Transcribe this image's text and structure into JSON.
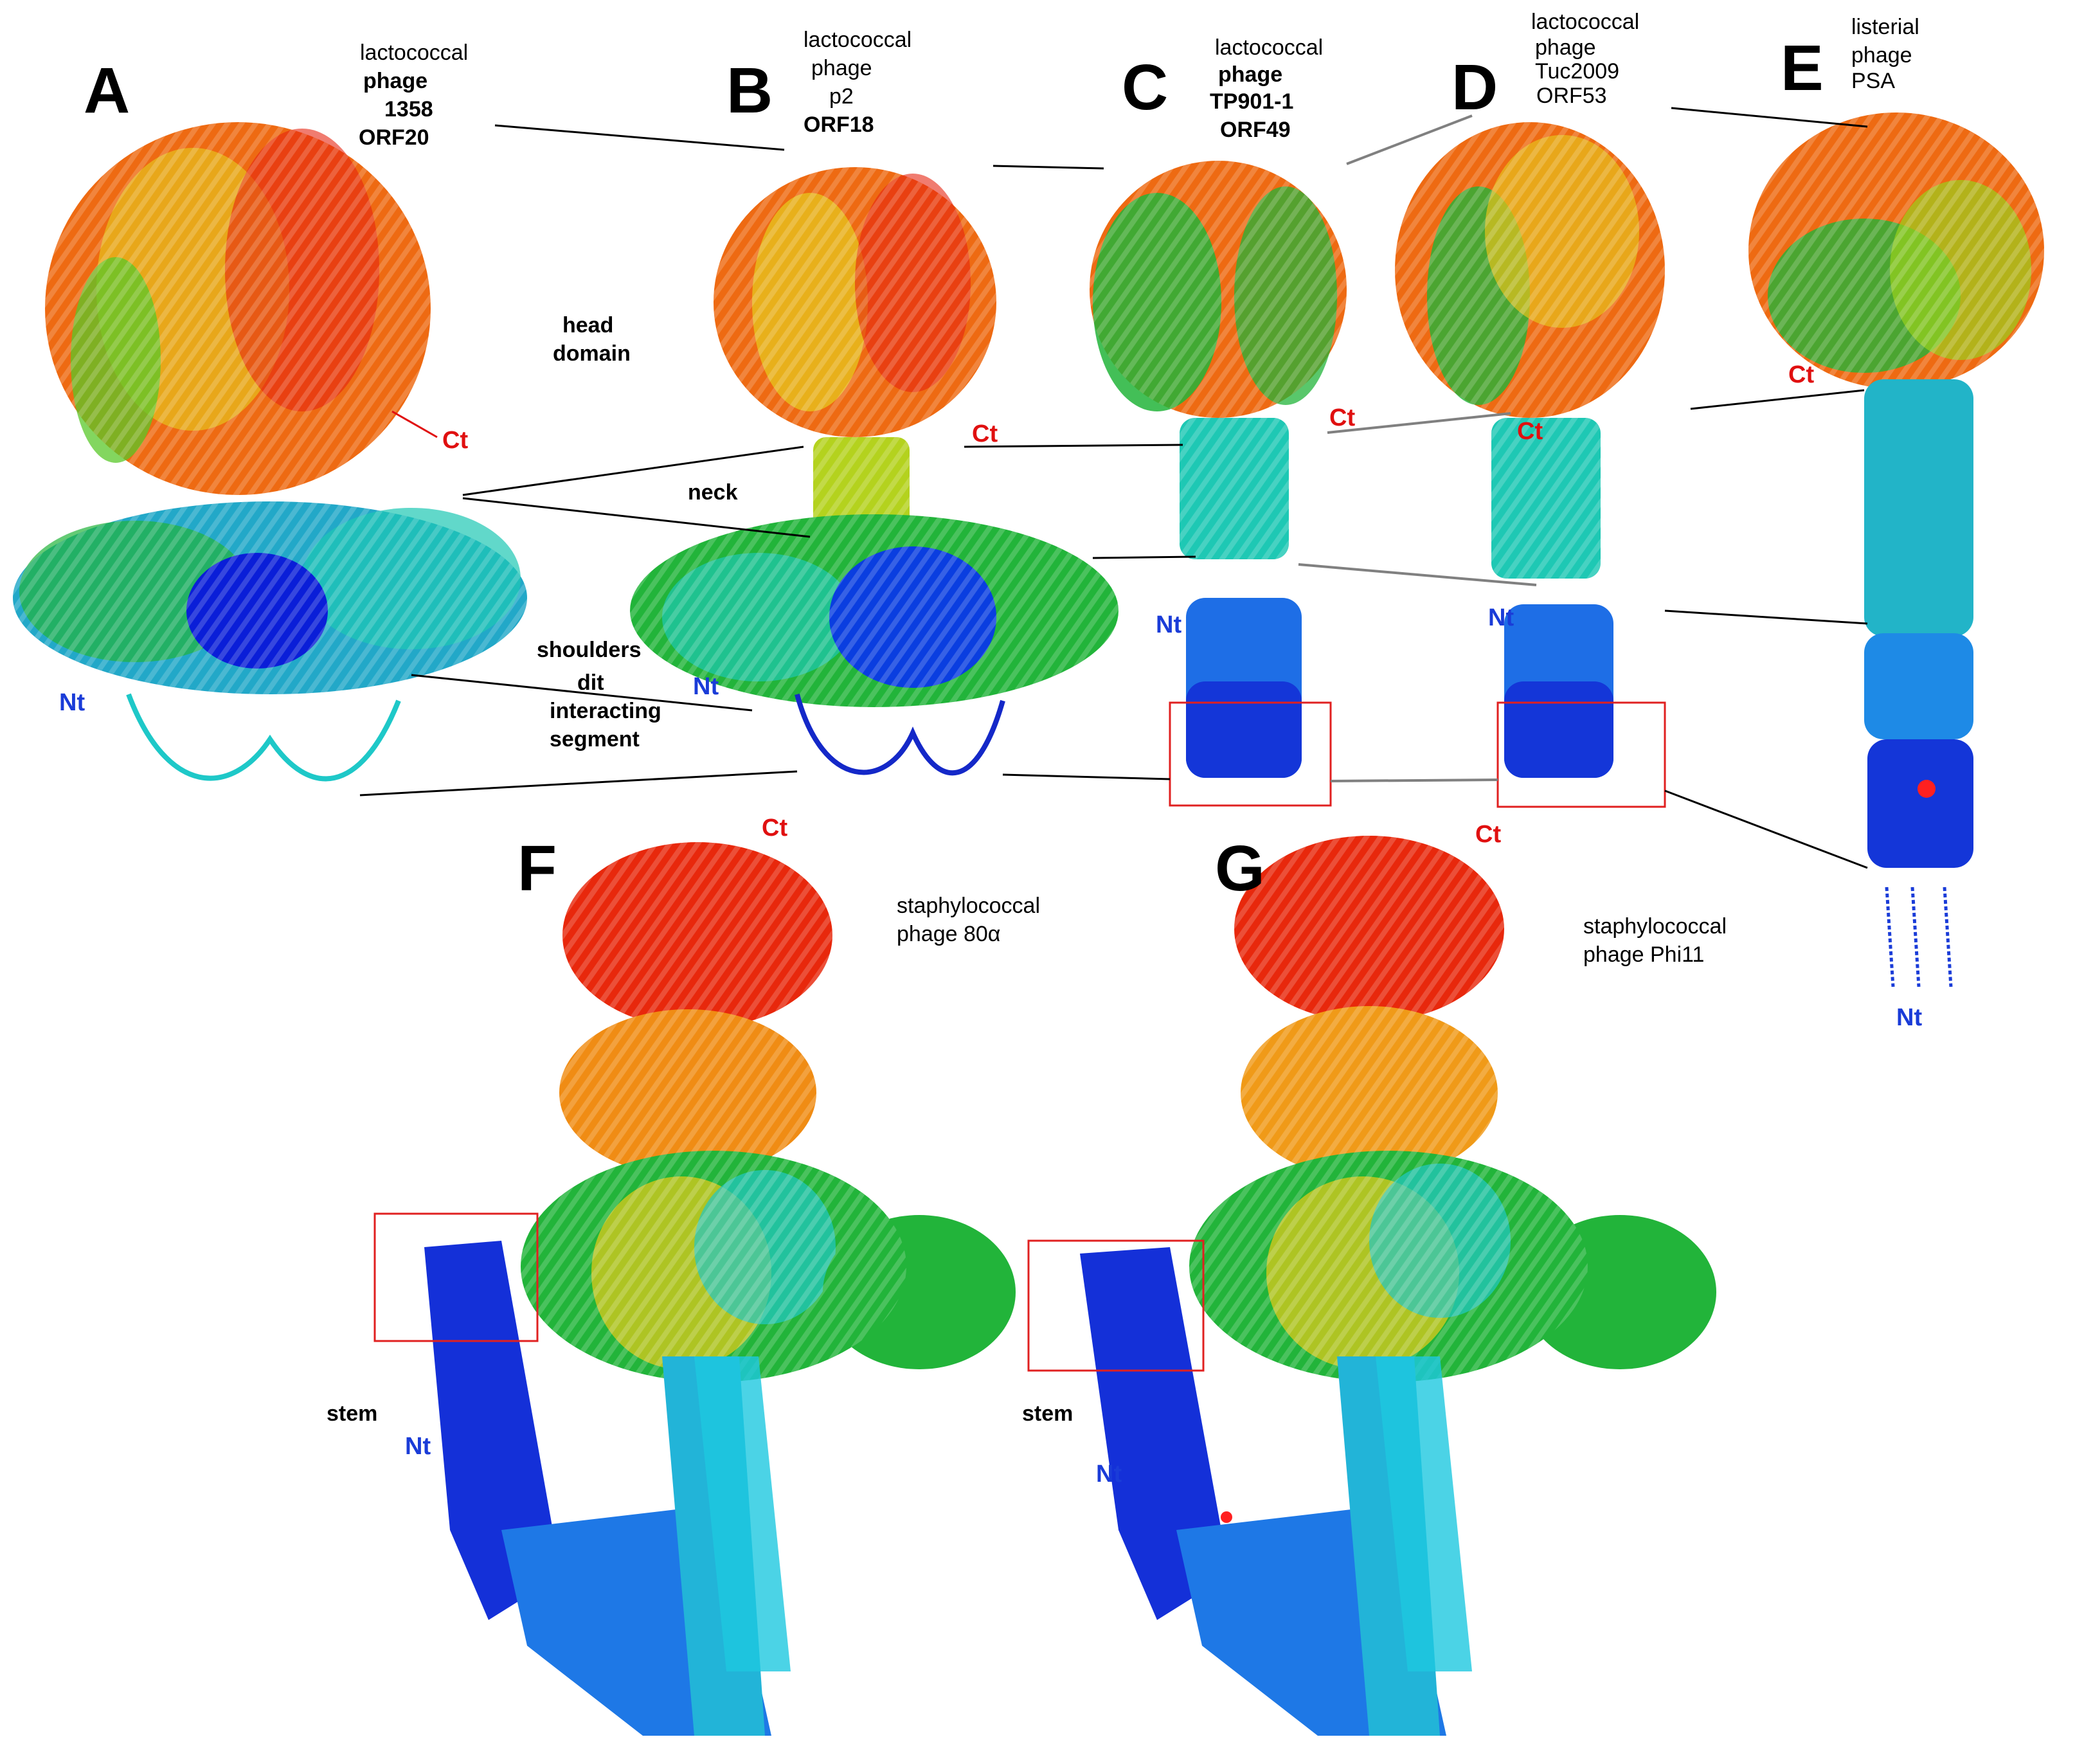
{
  "panels": {
    "A": {
      "letter": "A",
      "caption": [
        "lactococcal",
        "phage",
        "1358",
        "ORF20"
      ]
    },
    "B": {
      "letter": "B",
      "caption": [
        "lactococcal",
        "phage",
        "p2",
        "ORF18"
      ]
    },
    "C": {
      "letter": "C",
      "caption": [
        "lactococcal",
        "phage",
        "TP901-1",
        "ORF49"
      ]
    },
    "D": {
      "letter": "D",
      "caption": [
        "lactococcal",
        "phage",
        "Tuc2009",
        "ORF53"
      ]
    },
    "E": {
      "letter": "E",
      "caption": [
        "listerial",
        "phage",
        "PSA"
      ]
    },
    "F": {
      "letter": "F",
      "caption": [
        "staphylococcal",
        "phage 80α"
      ]
    },
    "G": {
      "letter": "G",
      "caption": [
        "staphylococcal",
        "phage Phi11"
      ]
    }
  },
  "regions": {
    "head_domain": [
      "head",
      "domain"
    ],
    "neck": "neck",
    "shoulders": "shoulders",
    "dit_segment": [
      "dit",
      "interacting",
      "segment"
    ],
    "stem_f": "stem",
    "stem_g": "stem"
  },
  "termini": {
    "ct": "Ct",
    "nt": "Nt"
  },
  "colors": {
    "ct_label": "#e01010",
    "nt_label": "#1a3cd8",
    "highlight_box": "#e02020",
    "spectrum": [
      "#0a1ed8",
      "#1e6ee6",
      "#22c8d8",
      "#22b43a",
      "#9ad21e",
      "#e6d21e",
      "#f08c14",
      "#e61e0a"
    ]
  }
}
